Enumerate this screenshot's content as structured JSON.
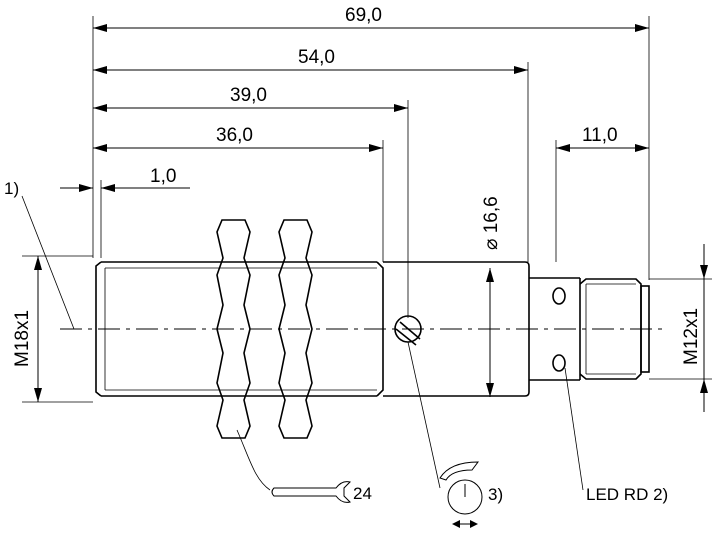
{
  "dimensions": {
    "overall_length": "69,0",
    "housing_length": "54,0",
    "pot_position": "39,0",
    "thread_length": "36,0",
    "front_offset": "1,0",
    "connector_length": "11,0",
    "housing_diameter": "⌀ 16,6",
    "thread_main": "M18x1",
    "thread_connector": "M12x1"
  },
  "callouts": {
    "note_1": "1)",
    "wrench_size": "24",
    "note_3": "3)",
    "led": "LED RD 2)"
  },
  "icons": [
    "wrench-icon",
    "potentiometer-icon",
    "rotation-arrow-icon"
  ]
}
